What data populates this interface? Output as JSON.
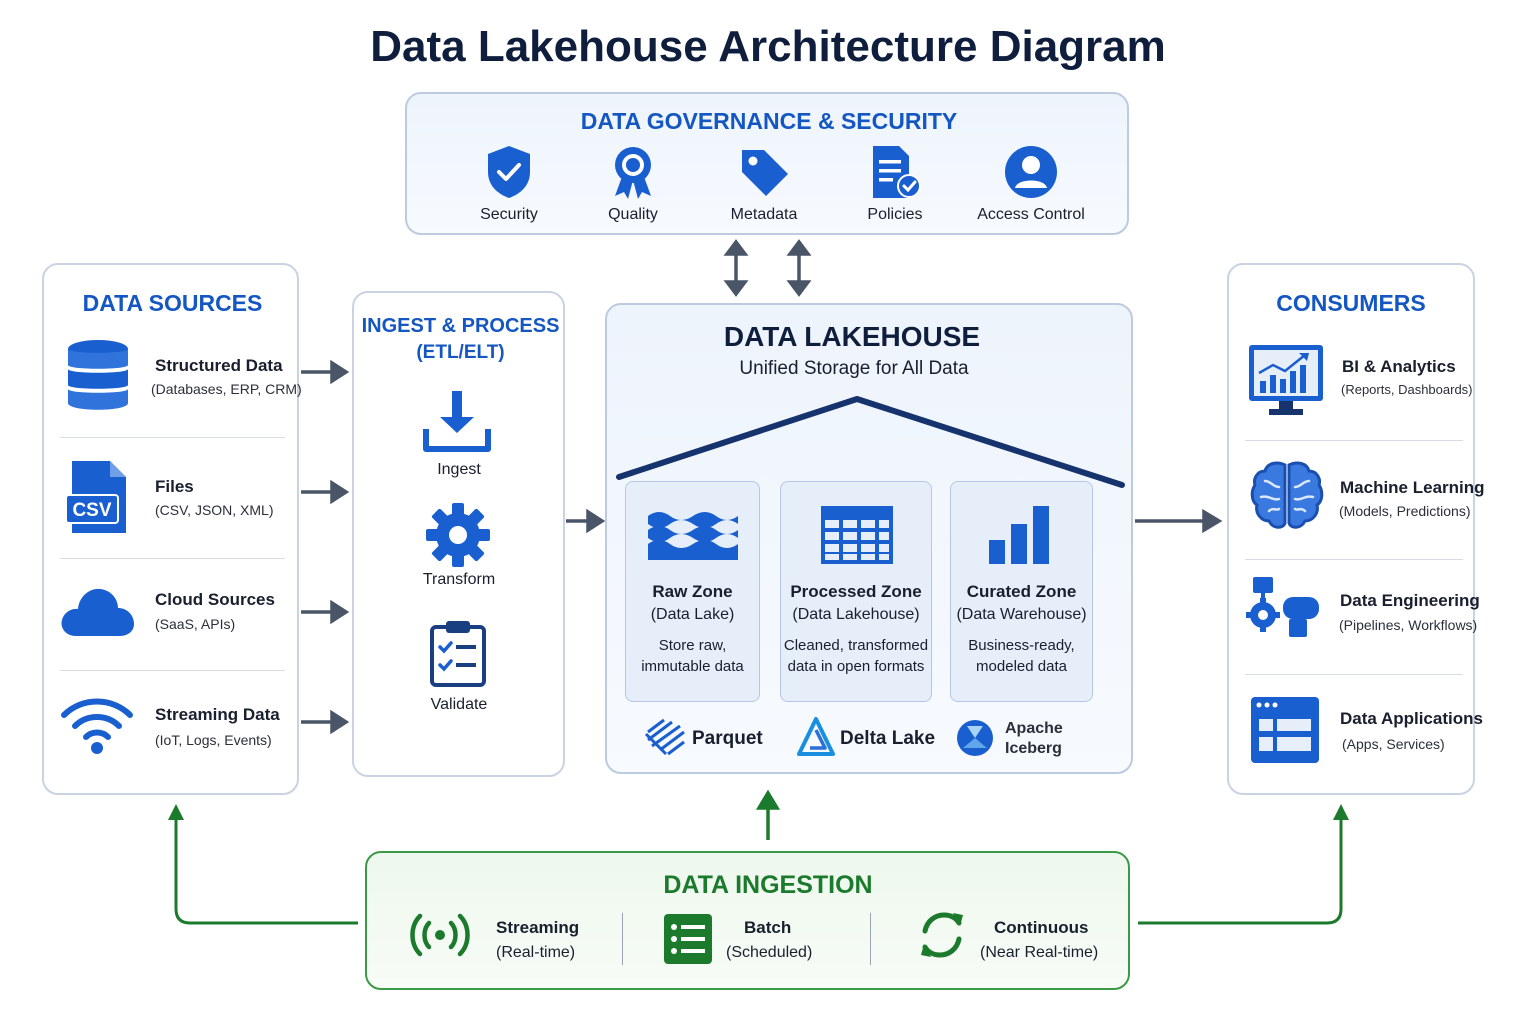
{
  "title": "Data Lakehouse Architecture Diagram",
  "governance": {
    "heading": "DATA GOVERNANCE & SECURITY",
    "items": [
      {
        "label": "Security",
        "icon": "shield-check-icon"
      },
      {
        "label": "Quality",
        "icon": "award-ribbon-icon"
      },
      {
        "label": "Metadata",
        "icon": "tag-icon"
      },
      {
        "label": "Policies",
        "icon": "document-check-icon"
      },
      {
        "label": "Access Control",
        "icon": "user-circle-icon"
      }
    ]
  },
  "sources": {
    "heading": "DATA SOURCES",
    "items": [
      {
        "label": "Structured Data",
        "sub": "(Databases, ERP, CRM)",
        "icon": "database-icon"
      },
      {
        "label": "Files",
        "sub": "(CSV, JSON, XML)",
        "icon": "csv-file-icon",
        "badge": "CSV"
      },
      {
        "label": "Cloud Sources",
        "sub": "(SaaS, APIs)",
        "icon": "cloud-icon"
      },
      {
        "label": "Streaming Data",
        "sub": "(IoT, Logs, Events)",
        "icon": "wifi-icon"
      }
    ]
  },
  "ingest": {
    "heading": "INGEST & PROCESS",
    "subheading": "(ETL/ELT)",
    "steps": [
      {
        "label": "Ingest",
        "icon": "download-tray-icon"
      },
      {
        "label": "Transform",
        "icon": "gear-icon"
      },
      {
        "label": "Validate",
        "icon": "clipboard-check-icon"
      }
    ]
  },
  "lakehouse": {
    "heading": "DATA LAKEHOUSE",
    "subheading": "Unified Storage for All Data",
    "zones": [
      {
        "title": "Raw Zone",
        "sub": "(Data Lake)",
        "desc1": "Store raw,",
        "desc2": "immutable data",
        "icon": "waves-icon"
      },
      {
        "title": "Processed Zone",
        "sub": "(Data Lakehouse)",
        "desc1": "Cleaned, transformed",
        "desc2": "data in open formats",
        "icon": "table-grid-icon"
      },
      {
        "title": "Curated Zone",
        "sub": "(Data Warehouse)",
        "desc1": "Business-ready,",
        "desc2": "modeled data",
        "icon": "bar-chart-icon"
      }
    ],
    "formats": [
      {
        "label": "Parquet",
        "icon": "parquet-logo-icon"
      },
      {
        "label": "Delta Lake",
        "icon": "delta-lake-logo-icon"
      },
      {
        "label1": "Apache",
        "label2": "Iceberg",
        "icon": "iceberg-logo-icon"
      }
    ]
  },
  "consumers": {
    "heading": "CONSUMERS",
    "items": [
      {
        "label": "BI & Analytics",
        "sub": "(Reports, Dashboards)",
        "icon": "monitor-chart-icon"
      },
      {
        "label": "Machine Learning",
        "sub": "(Models, Predictions)",
        "icon": "brain-icon"
      },
      {
        "label": "Data Engineering",
        "sub": "(Pipelines, Workflows)",
        "icon": "pipeline-gear-icon"
      },
      {
        "label": "Data Applications",
        "sub": "(Apps, Services)",
        "icon": "app-window-icon"
      }
    ]
  },
  "ingestion": {
    "heading": "DATA INGESTION",
    "modes": [
      {
        "label": "Streaming",
        "sub": "(Real-time)",
        "icon": "broadcast-icon"
      },
      {
        "label": "Batch",
        "sub": "(Scheduled)",
        "icon": "list-icon"
      },
      {
        "label": "Continuous",
        "sub": "(Near Real-time)",
        "icon": "refresh-icon"
      }
    ]
  },
  "colors": {
    "primary_blue": "#1456c2",
    "icon_blue": "#1a5fd0",
    "green": "#1c7a2c",
    "arrow_gray": "#4a5568"
  }
}
